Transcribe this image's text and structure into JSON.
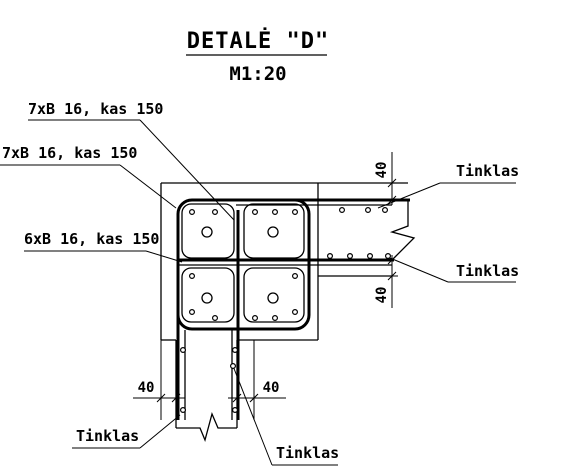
{
  "header": {
    "title": "DETALĖ \"D\"",
    "scale": "M1:20"
  },
  "labels": {
    "rebar_top_1": "7xB 16, kas 150",
    "rebar_top_2": "7xB 16, kas 150",
    "rebar_mid": "6xB 16, kas 150",
    "mesh_right_top": "Tinklas",
    "mesh_right_bottom": "Tinklas",
    "mesh_bottom_left": "Tinklas",
    "mesh_bottom_right": "Tinklas"
  },
  "dimensions": {
    "cover_right_top": "40",
    "cover_right_bottom": "40",
    "cover_bottom_left": "40",
    "cover_bottom_right": "40"
  }
}
